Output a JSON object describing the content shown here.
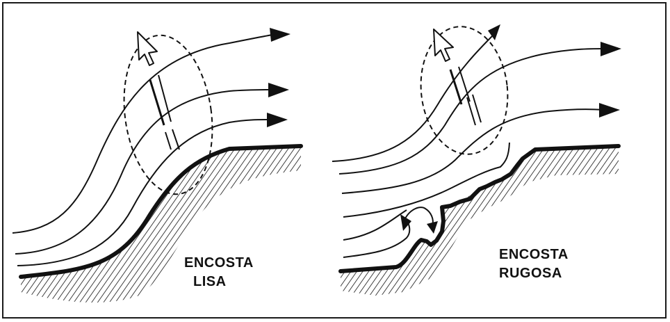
{
  "panels": {
    "smooth": {
      "label_line1": "ENCOSTA",
      "label_line2": "LISA"
    },
    "rough": {
      "label_line1": "ENCOSTA",
      "label_line2": "RUGOSA"
    }
  },
  "colors": {
    "ink": "#111111",
    "frame": "#1a1a1a",
    "background": "#ffffff"
  },
  "icons": [
    "flow-arrow-icon",
    "updraft-arrow-icon",
    "eddy-arrow-icon",
    "hatched-ground"
  ]
}
